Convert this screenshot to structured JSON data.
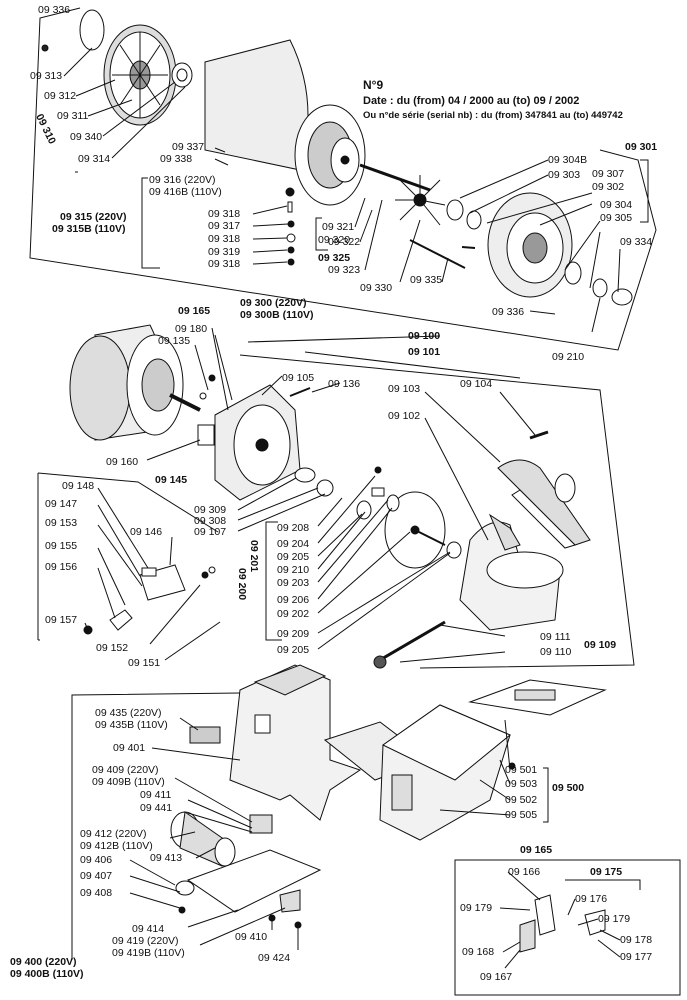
{
  "header": {
    "number": "N°9",
    "date": "Date : du (from) 04 / 2000 au (to) 09 / 2002",
    "serial": "Ou n°de série (serial nb) : du (from) 347841 au (to) 449742"
  },
  "labels": {
    "l09336a": "09 336",
    "l09313": "09 313",
    "l09312": "09 312",
    "l09311": "09 311",
    "l09340": "09 340",
    "l09314": "09 314",
    "l09310": "09 310",
    "l09337": "09 337",
    "l09338": "09 338",
    "l09316": "09 316 (220V)",
    "l09416B": "09 416B (110V)",
    "l09315": "09 315 (220V)",
    "l09315B": "09 315B (110V)",
    "l09318a": "09 318",
    "l09317": "09 317",
    "l09318b": "09 318",
    "l09319": "09 319",
    "l09318c": "09 318",
    "l09321": "09 321",
    "l09320": "09 320",
    "l09322": "09 322",
    "l09325": "09 325",
    "l09323": "09 323",
    "l09330": "09 330",
    "l09335": "09 335",
    "l09336b": "09 336",
    "l09304B": "09 304B",
    "l09301": "09 301",
    "l09303": "09 303",
    "l09307": "09 307",
    "l09302": "09 302",
    "l09304": "09 304",
    "l09305": "09 305",
    "l09334": "09 334",
    "l09210a": "09 210",
    "l09165a": "09 165",
    "l09300": "09 300 (220V)",
    "l09300B": "09 300B (110V)",
    "l09180": "09 180",
    "l09135": "09 135",
    "l09100": "09 100",
    "l09101": "09 101",
    "l09105": "09 105",
    "l09136": "09 136",
    "l09103": "09 103",
    "l09104": "09 104",
    "l09102": "09 102",
    "l09160": "09 160",
    "l09145": "09 145",
    "l09148": "09 148",
    "l09147": "09 147",
    "l09146": "09 146",
    "l09153": "09 153",
    "l09155": "09 155",
    "l09156": "09 156",
    "l09157": "09 157",
    "l09152": "09 152",
    "l09151": "09 151",
    "l09309": "09 309",
    "l09308": "09 308",
    "l09107": "09 107",
    "l09208": "09 208",
    "l09204": "09 204",
    "l09205a": "09 205",
    "l09210b": "09 210",
    "l09203": "09 203",
    "l09206": "09 206",
    "l09202": "09 202",
    "l09209": "09 209",
    "l09205b": "09 205",
    "l09201": "09 201",
    "l09200": "09 200",
    "l09111": "09 111",
    "l09110": "09 110",
    "l09109": "09 109",
    "l09435": "09 435 (220V)",
    "l09435B": "09 435B (110V)",
    "l09401": "09 401",
    "l09409": "09 409 (220V)",
    "l09409B": "09 409B (110V)",
    "l09411": "09 411",
    "l09441": "09 441",
    "l09412": "09 412 (220V)",
    "l09412B": "09 412B (110V)",
    "l09413": "09 413",
    "l09406": "09 406",
    "l09407": "09 407",
    "l09408": "09 408",
    "l09414": "09 414",
    "l09419": "09 419 (220V)",
    "l09419B": "09 419B (110V)",
    "l09410": "09 410",
    "l09424": "09 424",
    "l09400": "09 400 (220V)",
    "l09400B": "09 400B (110V)",
    "l09501": "09 501",
    "l09503": "09 503",
    "l09502": "09 502",
    "l09505": "09 505",
    "l09500": "09 500",
    "l09165b": "09 165",
    "l09166": "09 166",
    "l09175": "09 175",
    "l09179a": "09 179",
    "l09176": "09 176",
    "l09179b": "09 179",
    "l09178": "09 178",
    "l09168": "09 168",
    "l09167": "09 167",
    "l09177": "09 177"
  }
}
